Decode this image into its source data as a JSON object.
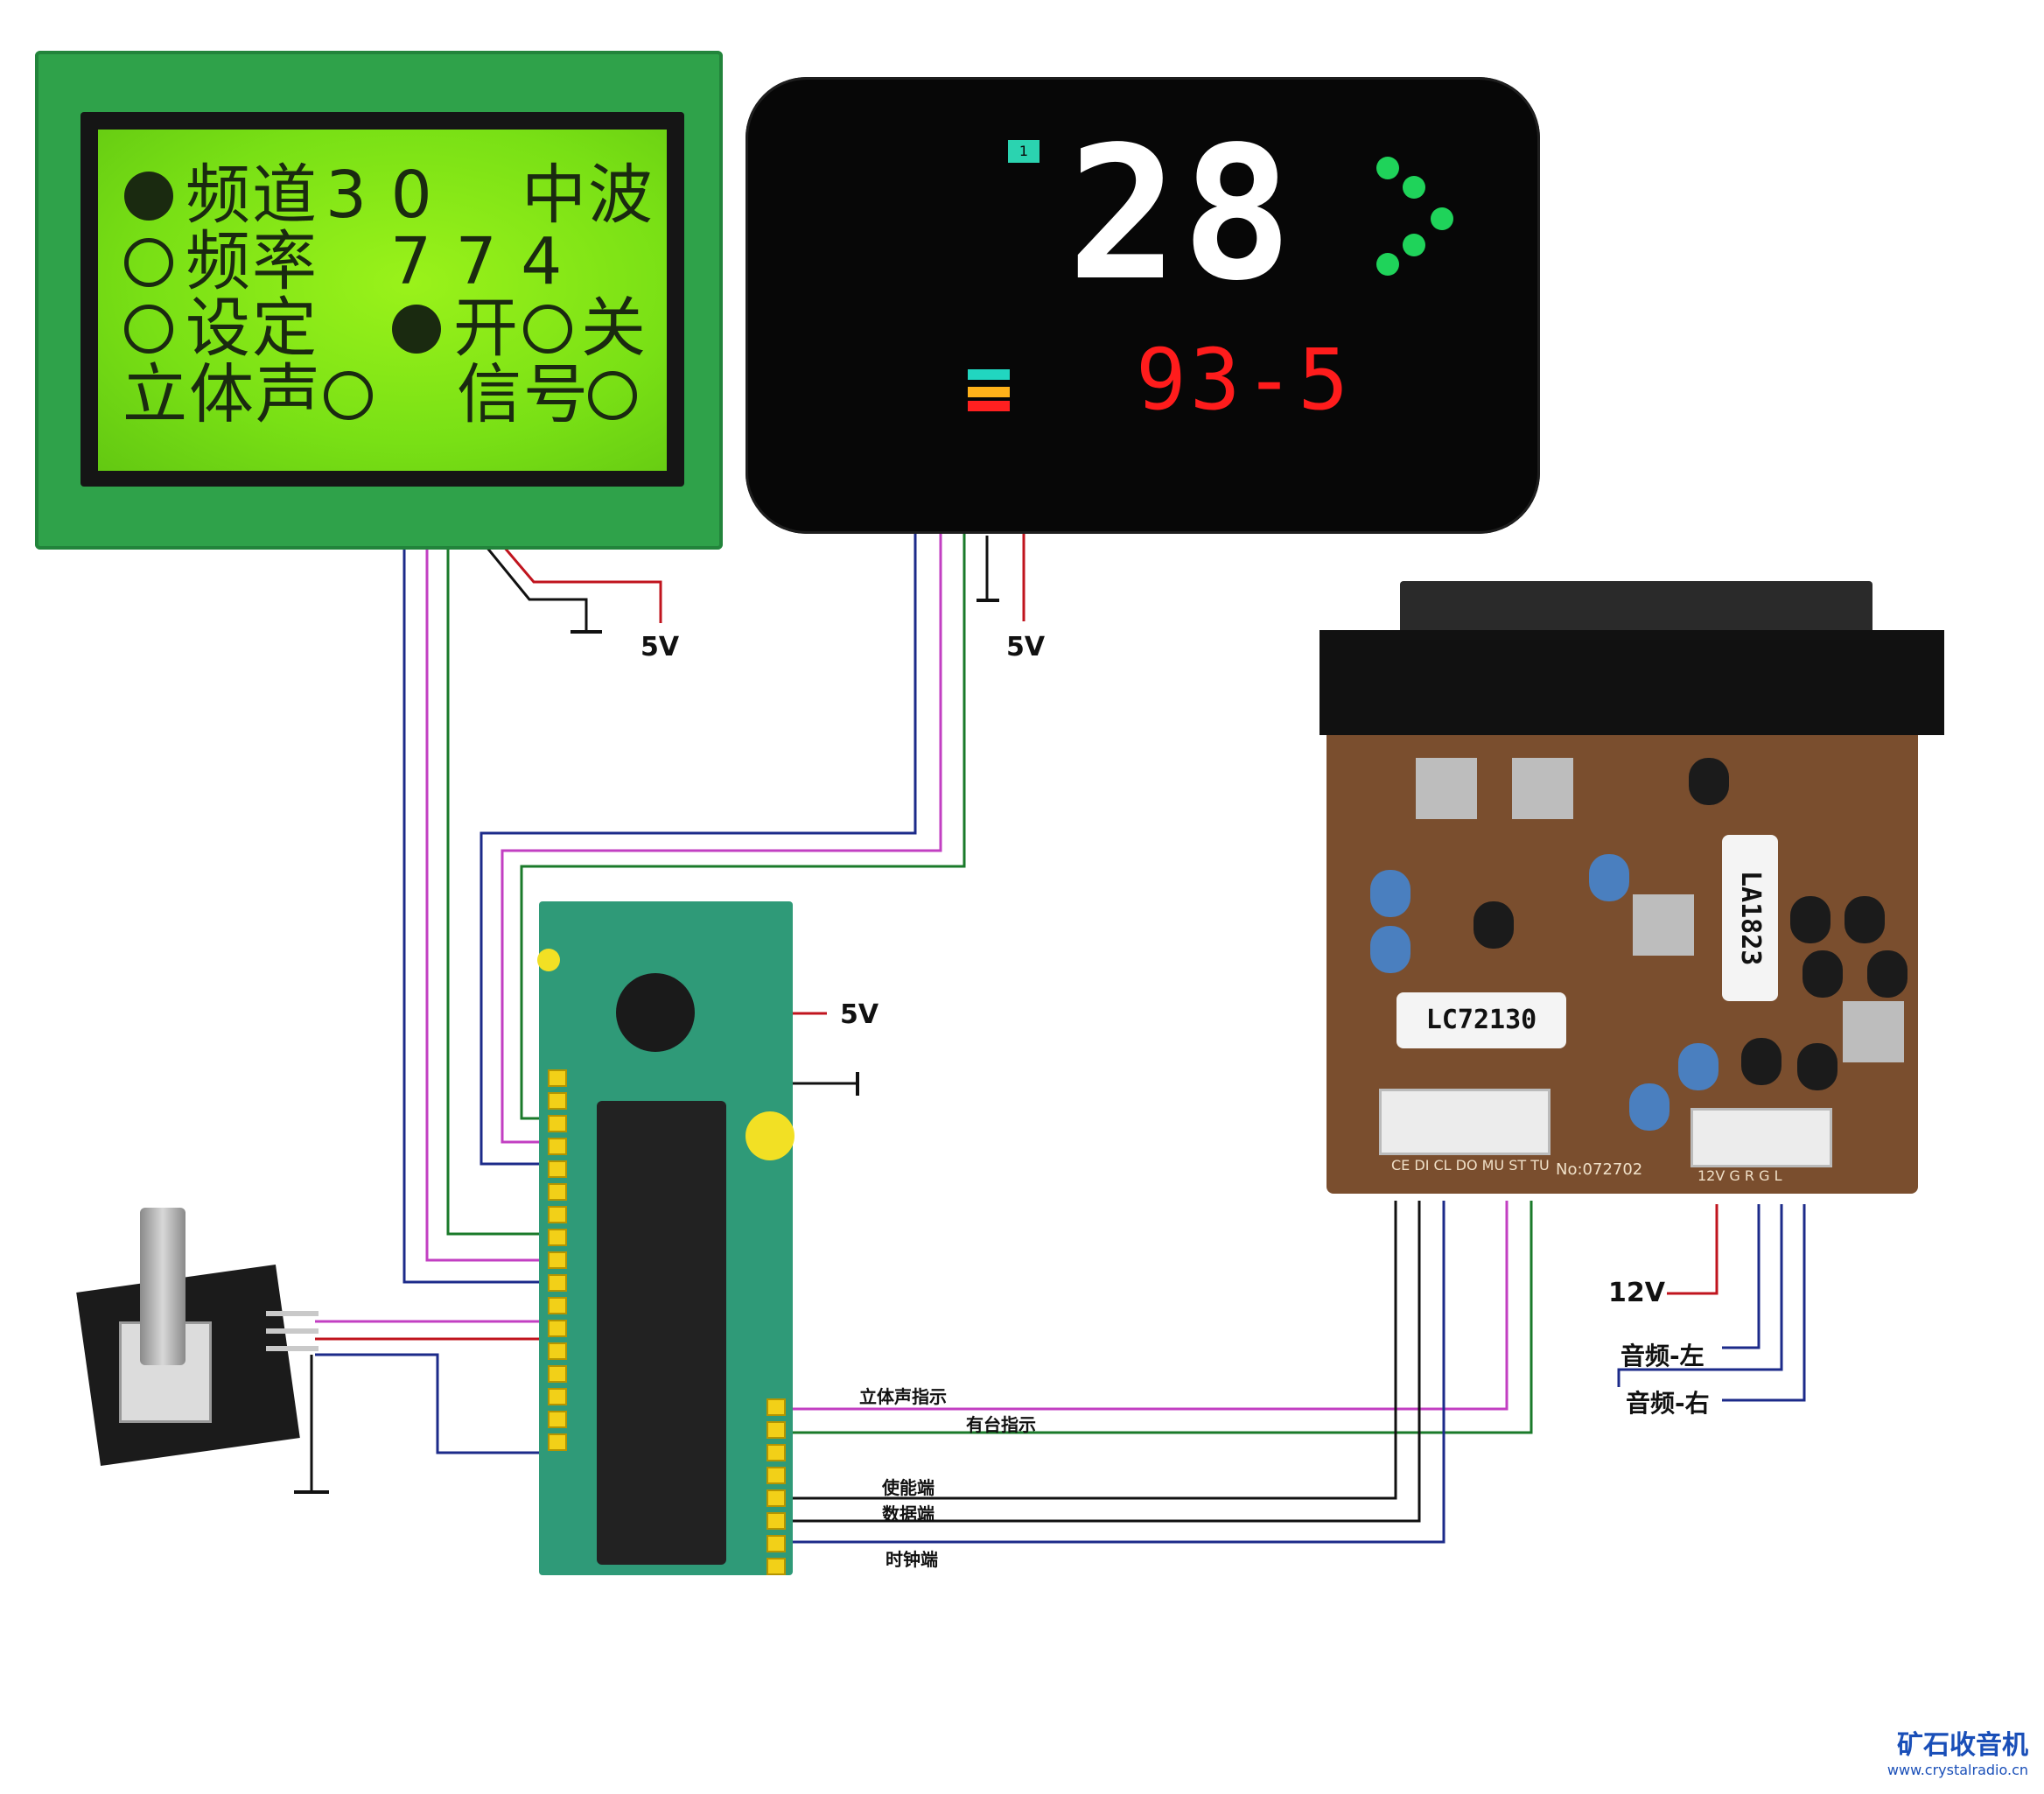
{
  "lcd": {
    "row1": {
      "text_a": "频道",
      "digits": "3 0",
      "band": "中波"
    },
    "row2": {
      "text": "频率",
      "freq": "7 7 4"
    },
    "row3": {
      "text": "设定",
      "on": "开",
      "off": "关"
    },
    "row4": {
      "stereo": "立体声",
      "signal": "信号"
    }
  },
  "hud": {
    "big_digits": "28",
    "red_digits": "93-5",
    "badge": "1"
  },
  "tuner": {
    "chip1": "LC72130",
    "chip2": "LA1823",
    "board_no": "No:072702",
    "pins_a": "CE DI CL DO MU ST TU",
    "pins_b": "12V G R G L"
  },
  "wiring": {
    "v5_lcd": "5V",
    "v5_hud": "5V",
    "v5_mcu": "5V",
    "v12": "12V",
    "stereo_ind": "立体声指示",
    "station_ind": "有台指示",
    "enable": "使能端",
    "data": "数据端",
    "clock": "时钟端",
    "audio_left": "音频-左",
    "audio_right": "音频-右"
  },
  "brand": {
    "name": "矿石收音机",
    "url": "www.crystalradio.cn"
  },
  "colors": {
    "wire_blue": "#1c2b8a",
    "wire_purple": "#c23fc2",
    "wire_red": "#c0141e",
    "wire_green": "#1a7a2a",
    "wire_black": "#111111"
  }
}
